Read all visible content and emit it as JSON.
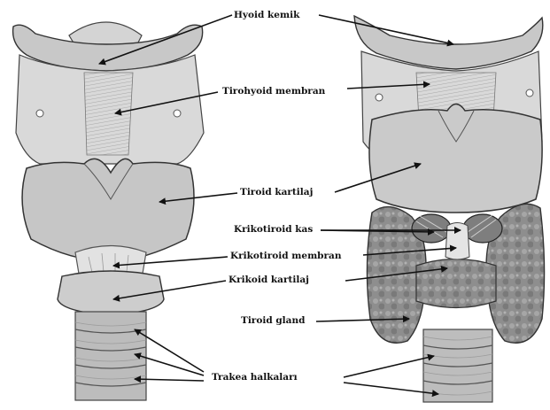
{
  "labels": {
    "hyoid": "Hyoid kemik",
    "thyrohyoid": "Tirohyoid membran",
    "thyroid_cart": "Tiroid kartilaj",
    "cricothyroid_muscle": "Krikotiroid kas",
    "cricothyroid_membrane": "Krikotiroid membran",
    "cricoid": "Krikoid kartilaj",
    "thyroid_gland": "Tiroid gland",
    "trachea": "Trakea halkaları"
  }
}
